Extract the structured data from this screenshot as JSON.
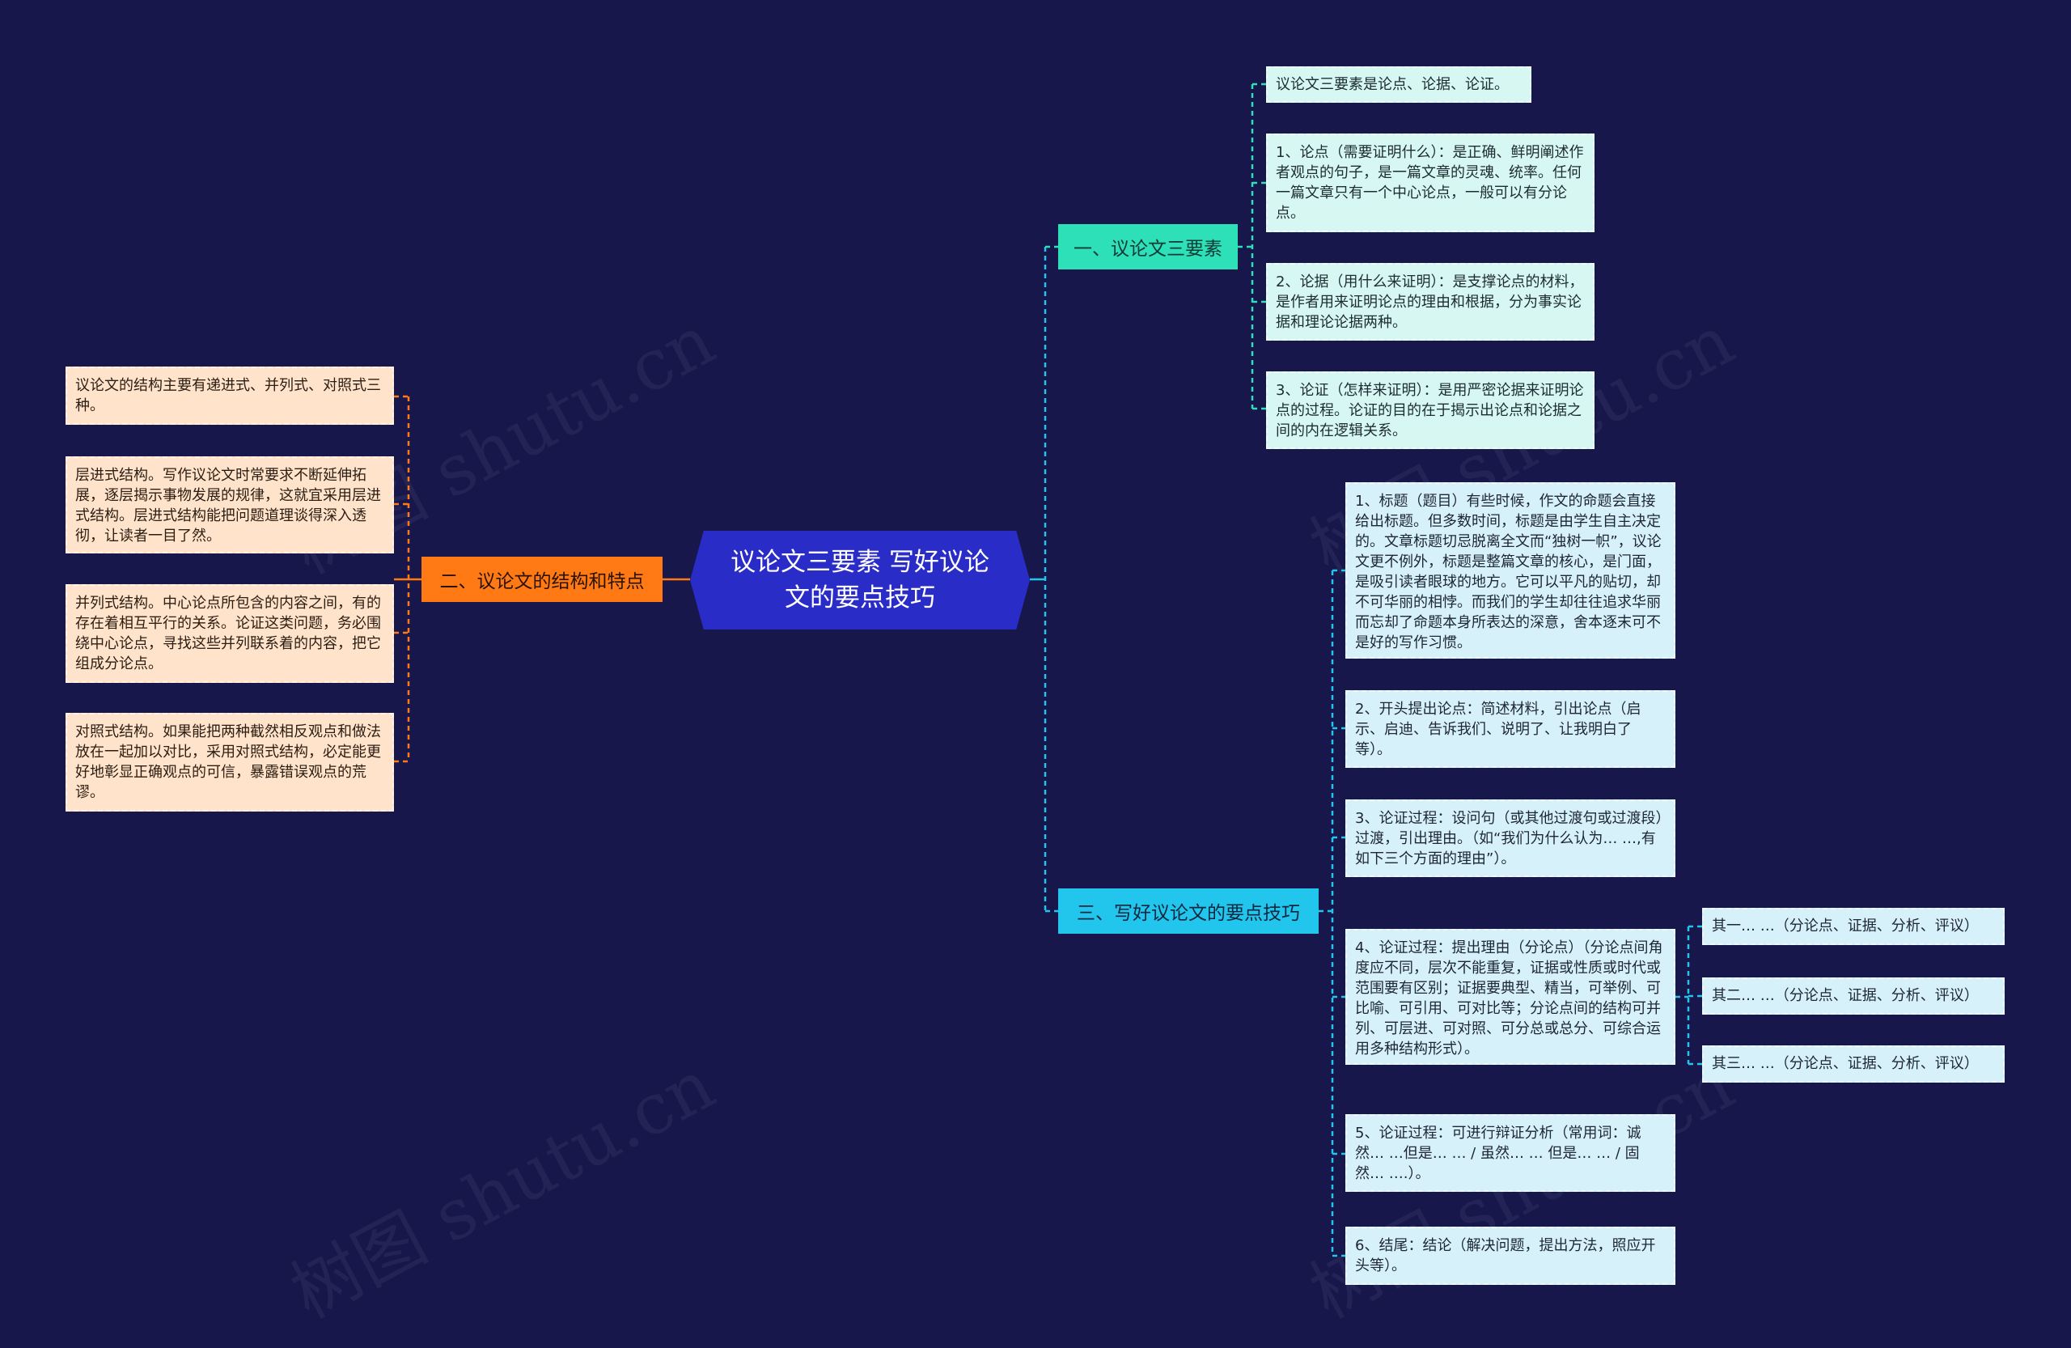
{
  "root": {
    "title": "议论文三要素 写好议论文的要点技巧"
  },
  "branches": {
    "b1": {
      "label": "一、议论文三要素"
    },
    "b2": {
      "label": "二、议论文的结构和特点"
    },
    "b3": {
      "label": "三、写好议论文的要点技巧"
    }
  },
  "b1_items": [
    "议论文三要素是论点、论据、论证。",
    "1、论点（需要证明什么）：是正确、鲜明阐述作者观点的句子，是一篇文章的灵魂、统率。任何一篇文章只有一个中心论点，一般可以有分论点。",
    "2、论据（用什么来证明）：是支撑论点的材料，是作者用来证明论点的理由和根据，分为事实论据和理论论据两种。",
    "3、论证（怎样来证明）：是用严密论据来证明论点的过程。论证的目的在于揭示出论点和论据之间的内在逻辑关系。"
  ],
  "b2_items": [
    "议论文的结构主要有递进式、并列式、对照式三种。",
    "层进式结构。写作议论文时常要求不断延伸拓展，逐层揭示事物发展的规律，这就宜采用层进式结构。层进式结构能把问题道理谈得深入透彻，让读者一目了然。",
    "并列式结构。中心论点所包含的内容之间，有的存在着相互平行的关系。论证这类问题，务必围绕中心论点，寻找这些并列联系着的内容，把它组成分论点。",
    "对照式结构。如果能把两种截然相反观点和做法放在一起加以对比，采用对照式结构，必定能更好地彰显正确观点的可信，暴露错误观点的荒谬。"
  ],
  "b3_items": [
    "1、标题（题目）有些时候，作文的命题会直接给出标题。但多数时间，标题是由学生自主决定的。文章标题切忌脱离全文而“独树一帜”，议论文更不例外，标题是整篇文章的核心，是门面，是吸引读者眼球的地方。它可以平凡的贴切，却不可华丽的相悖。而我们的学生却往往追求华丽而忘却了命题本身所表达的深意，舍本逐末可不是好的写作习惯。",
    "2、开头提出论点：简述材料，引出论点（启示、启迪、告诉我们、说明了、让我明白了等）。",
    "3、论证过程：设问句（或其他过渡句或过渡段）过渡，引出理由。（如“我们为什么认为… …,有如下三个方面的理由”）。",
    "4、论证过程：提出理由（分论点）（分论点间角度应不同，层次不能重复，证据或性质或时代或范围要有区别；证据要典型、精当，可举例、可比喻、可引用、可对比等；分论点间的结构可并列、可层进、可对照、可分总或总分、可综合运用多种结构形式）。",
    "5、论证过程：可进行辩证分析（常用词：诚然… …但是… … / 虽然… … 但是… … / 固然… ….）。",
    "6、结尾：结论（解决问题，提出方法，照应开头等）。"
  ],
  "b3_sub_items": [
    "其一… …（分论点、证据、分析、评议）",
    "其二… …（分论点、证据、分析、评议）",
    "其三… …（分论点、证据、分析、评议）"
  ],
  "watermark": "树图 shutu.cn",
  "colors": {
    "background": "#17174c",
    "root": "#2a2cc8",
    "branch1": "#2de0b8",
    "branch2": "#ff7a14",
    "branch3": "#22c6ec",
    "leaf_cyan": "#d7f8f2",
    "leaf_peach": "#ffe3cb",
    "leaf_blue": "#d7f1fb"
  }
}
